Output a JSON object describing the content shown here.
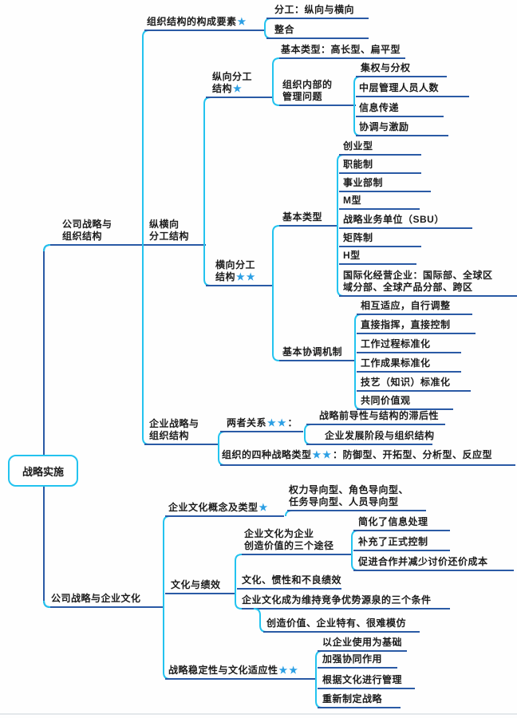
{
  "colors": {
    "line_blue": "#2a5aa5",
    "line_cyan": "#23c3ef",
    "star_blue": "#2b9fe4",
    "text": "#1b1b1b"
  },
  "root": {
    "text": "战略实施"
  },
  "branches": {
    "org": {
      "lines": [
        "公司战略与",
        "组织结构"
      ]
    },
    "culture": {
      "text": "公司战略与企业文化"
    }
  },
  "nodes": {
    "elements": {
      "text": "组织结构的构成要素",
      "stars": "★"
    },
    "fengong": {
      "text": "分工：纵向与横向"
    },
    "zhenghe": {
      "text": "整合"
    },
    "zongheng": {
      "lines": [
        "纵横向",
        "分工结构"
      ]
    },
    "zongxiang": {
      "lines": [
        "纵向分工",
        "结构"
      ],
      "stars": "★"
    },
    "jiben_leixing_1": {
      "text": "基本类型：高长型、扁平型"
    },
    "neibu": {
      "lines": [
        "组织内部的",
        "管理问题"
      ]
    },
    "jiquan": {
      "text": "集权与分权"
    },
    "zhongceng": {
      "text": "中层管理人员人数"
    },
    "xinxi": {
      "text": "信息传递"
    },
    "xietiao": {
      "text": "协调与激励"
    },
    "hengxiang": {
      "lines": [
        "横向分工",
        "结构"
      ],
      "stars": "★★"
    },
    "jiben_leixing_2": {
      "text": "基本类型"
    },
    "chuangye": {
      "text": "创业型"
    },
    "zhineng": {
      "text": "职能制"
    },
    "shiye": {
      "text": "事业部制"
    },
    "m_xing": {
      "text": "M型"
    },
    "sbu": {
      "text": "战略业务单位（SBU）"
    },
    "juzhen": {
      "text": "矩阵制"
    },
    "h_xing": {
      "text": "H型"
    },
    "guojihua": {
      "lines": [
        "国际化经营企业：国际部、全球区",
        "域分部、全球产品分部、跨区"
      ]
    },
    "jiben_xietiao": {
      "text": "基本协调机制"
    },
    "xianghu": {
      "text": "相互适应，自行调整"
    },
    "zhijie": {
      "text": "直接指挥，直接控制"
    },
    "guocheng": {
      "text": "工作过程标准化"
    },
    "chengguo": {
      "text": "工作成果标准化"
    },
    "jiyi": {
      "text": "技艺（知识）标准化"
    },
    "gongtong": {
      "text": "共同价值观"
    },
    "qiye_zuzhi": {
      "lines": [
        "企业战略与",
        "组织结构"
      ]
    },
    "liangzhe": {
      "text": "两者关系",
      "stars": "★★",
      "suffix": "："
    },
    "qiandaoxing": {
      "text": "战略前导性与结构的滞后性"
    },
    "fazhan": {
      "text": "企业发展阶段与组织结构"
    },
    "sizhong": {
      "text": "组织的四种战略类型",
      "stars": "★★",
      "suffix": "：防御型、开拓型、分析型、反应型"
    },
    "wenhua_gainian": {
      "text": "企业文化概念及类型",
      "stars": "★"
    },
    "daoxiang": {
      "lines": [
        "权力导向型、角色导向型、",
        "任务导向型、人员导向型"
      ]
    },
    "tujing": {
      "lines": [
        "企业文化为企业",
        "创造价值的三个途径"
      ]
    },
    "jianhua": {
      "text": "简化了信息处理"
    },
    "buchong": {
      "text": "补充了正式控制"
    },
    "cujin": {
      "text": "促进合作并减少讨价还价成本"
    },
    "wenhua_jixiao": {
      "text": "文化与绩效"
    },
    "guanxing": {
      "text": "文化、惯性和不良绩效"
    },
    "tiaojian": {
      "text": "企业文化成为维持竞争优势源泉的三个条件"
    },
    "chuangzao": {
      "text": "创造价值、企业特有、很难模仿"
    },
    "wending": {
      "text": "战略稳定性与文化适应性",
      "stars": "★★"
    },
    "yishiyong": {
      "text": "以企业使用为基础"
    },
    "jiaqiang": {
      "text": "加强协同作用"
    },
    "genju": {
      "text": "根据文化进行管理"
    },
    "chongxin": {
      "text": "重新制定战略"
    }
  }
}
